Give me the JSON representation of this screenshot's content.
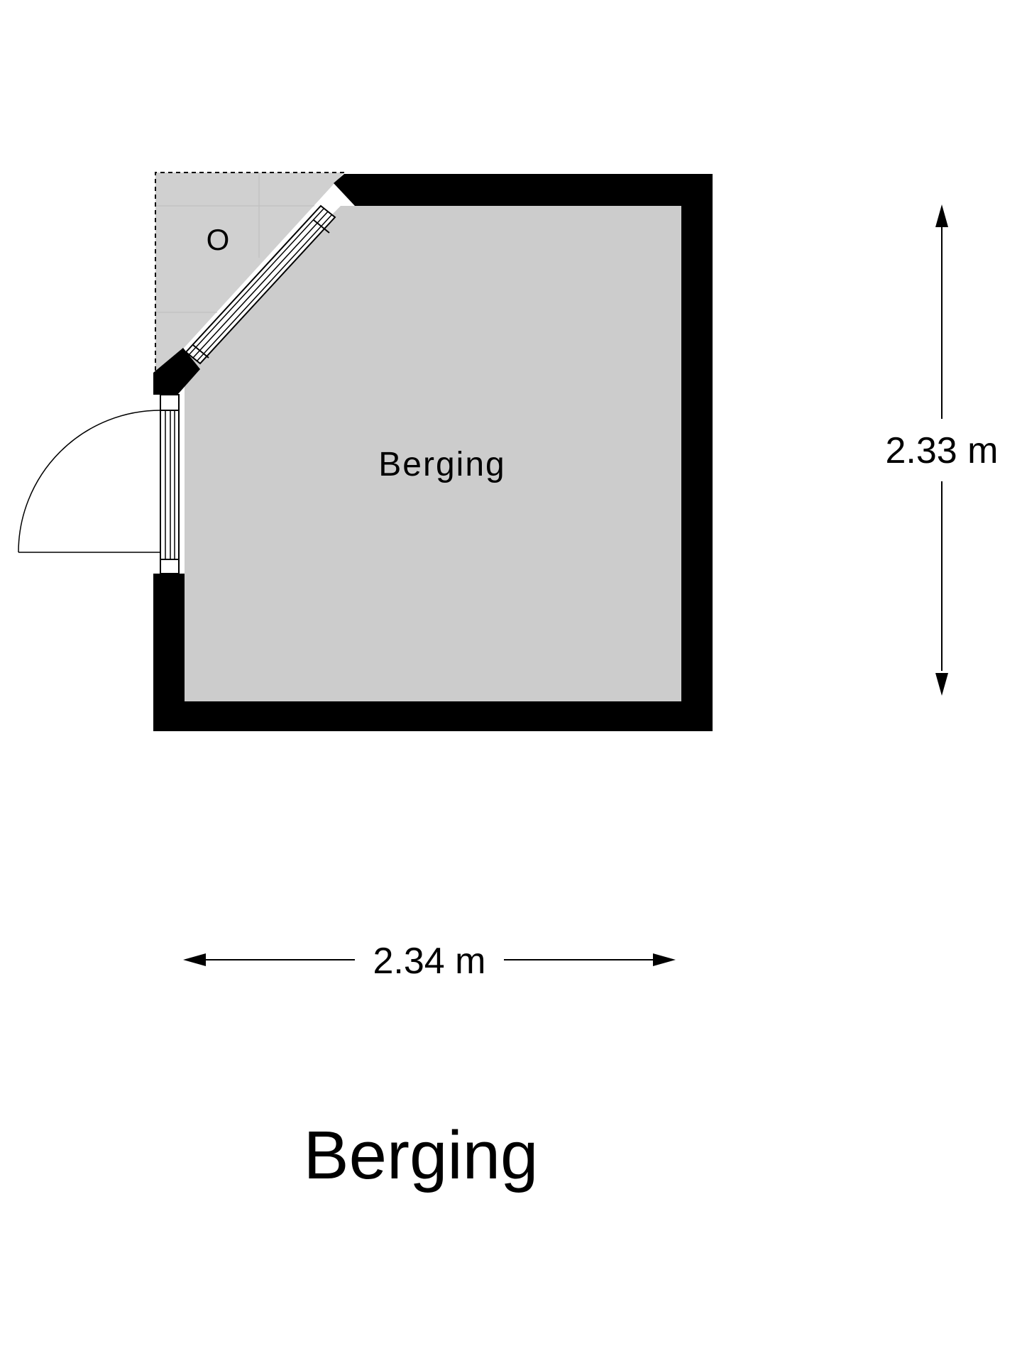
{
  "colors": {
    "wall": "#000000",
    "room_fill": "#cccccc",
    "outdoor_fill": "#d0d0d0",
    "background": "#ffffff",
    "line": "#000000"
  },
  "rooms": {
    "main_label": "Berging",
    "outdoor_label": "O"
  },
  "dimensions": {
    "height_label": "2.33 m",
    "width_label": "2.34 m"
  },
  "floor": {
    "title": "Berging"
  }
}
